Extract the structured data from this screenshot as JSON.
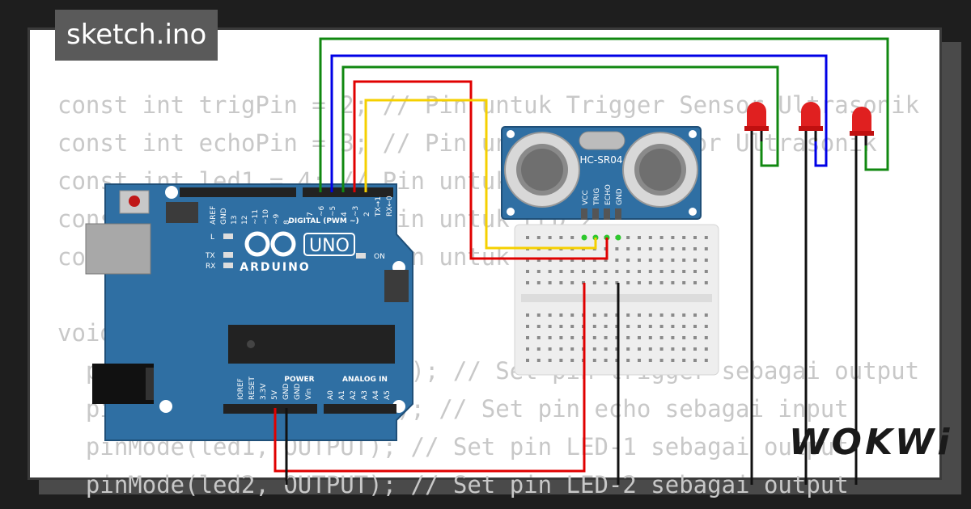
{
  "tab": {
    "title": "sketch.ino"
  },
  "code_lines": [
    "const int trigPin = 2; // Pin untuk Trigger Sensor Ultrasonik",
    "const int echoPin = 3; // Pin untuk Echo Sensor Ultrasonik",
    "const int led1 = 4; // Pin untuk LED 1",
    "const int led2 = 5; // Pin untuk LED 2",
    "const int led3 = 6; // Pin untuk LED 3",
    "",
    "void setup() {",
    "  pinMode(trigPin, OUTPUT); // Set pin trigger sebagai output",
    "  pinMode(echoPin, INPUT); // Set pin echo sebagai input",
    "  pinMode(led1, OUTPUT); // Set pin LED-1 sebagai output",
    "  pinMode(led2, OUTPUT); // Set pin LED-2 sebagai output"
  ],
  "arduino": {
    "model": "UNO",
    "brand": "ARDUINO",
    "digital_label": "DIGITAL (PWM ~)",
    "power_label": "POWER",
    "analog_label": "ANALOG IN",
    "on_label": "ON",
    "l_label": "L",
    "tx_label": "TX",
    "rx_label": "RX",
    "digital_pins": [
      "AREF",
      "GND",
      "13",
      "12",
      "~11",
      "~10",
      "~9",
      "8",
      "7",
      "~6",
      "~5",
      "4",
      "~3",
      "2",
      "TX→1",
      "RX←0"
    ],
    "power_pins": [
      "IOREF",
      "RESET",
      "3.3V",
      "5V",
      "GND",
      "GND",
      "Vin"
    ],
    "analog_pins": [
      "A0",
      "A1",
      "A2",
      "A3",
      "A4",
      "A5"
    ]
  },
  "sensor": {
    "name": "HC-SR04",
    "pins": [
      "VCC",
      "TRIG",
      "ECHO",
      "GND"
    ]
  },
  "logo": {
    "text": "WOKWi"
  },
  "colors": {
    "board": "#2f6fa3",
    "wire_red": "#e00000",
    "wire_green": "#118811",
    "wire_blue": "#0000e6",
    "wire_yellow": "#f5d000",
    "wire_black": "#111111",
    "led_red": "#e02020",
    "sensor_blue": "#2f6fa3"
  }
}
